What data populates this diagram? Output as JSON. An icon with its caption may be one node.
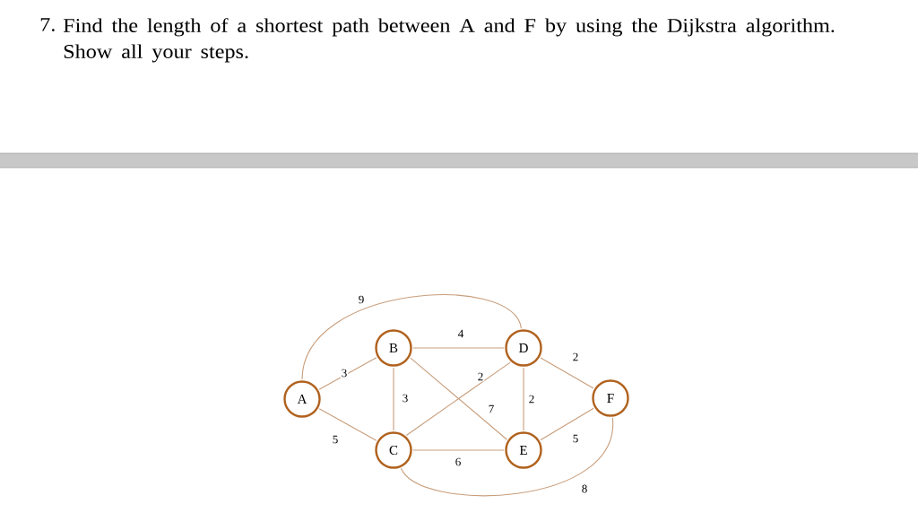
{
  "diagram": {
    "nodes": [
      {
        "text": [
          "B"
        ]
      },
      {
        "text": [
          "D"
        ]
      },
      {
        "text": [
          "A"
        ]
      },
      {
        "text": [
          "F"
        ]
      },
      {
        "text": [
          "C"
        ]
      },
      {
        "text": [
          "E"
        ]
      }
    ],
    "edges": [
      {
        "from": 2,
        "to": 1,
        "arrow": "none",
        "label": "9"
      },
      {
        "from": 0,
        "to": 1,
        "arrow": "none",
        "label": "4"
      },
      {
        "from": 2,
        "to": 0,
        "arrow": "none",
        "label": "3"
      },
      {
        "from": 0,
        "to": 4,
        "arrow": "none",
        "label": "3"
      },
      {
        "from": 4,
        "to": 1,
        "arrow": "none",
        "label": "2"
      },
      {
        "from": 1,
        "to": 3,
        "arrow": "none",
        "label": "2"
      },
      {
        "from": 1,
        "to": 5,
        "arrow": "none",
        "label": "2"
      },
      {
        "from": 0,
        "to": 5,
        "arrow": "none",
        "label": "7"
      },
      {
        "from": 2,
        "to": 4,
        "arrow": "none",
        "label": "5"
      },
      {
        "from": 5,
        "to": 3,
        "arrow": "none",
        "label": "5"
      },
      {
        "from": 4,
        "to": 5,
        "arrow": "none",
        "label": "6"
      },
      {
        "from": 4,
        "to": 3,
        "arrow": "none",
        "label": "8"
      }
    ],
    "labels": [
      "7.",
      "Find the length of a shortest path between A and F by using the Dijkstra algorithm. Show all your steps."
    ]
  }
}
